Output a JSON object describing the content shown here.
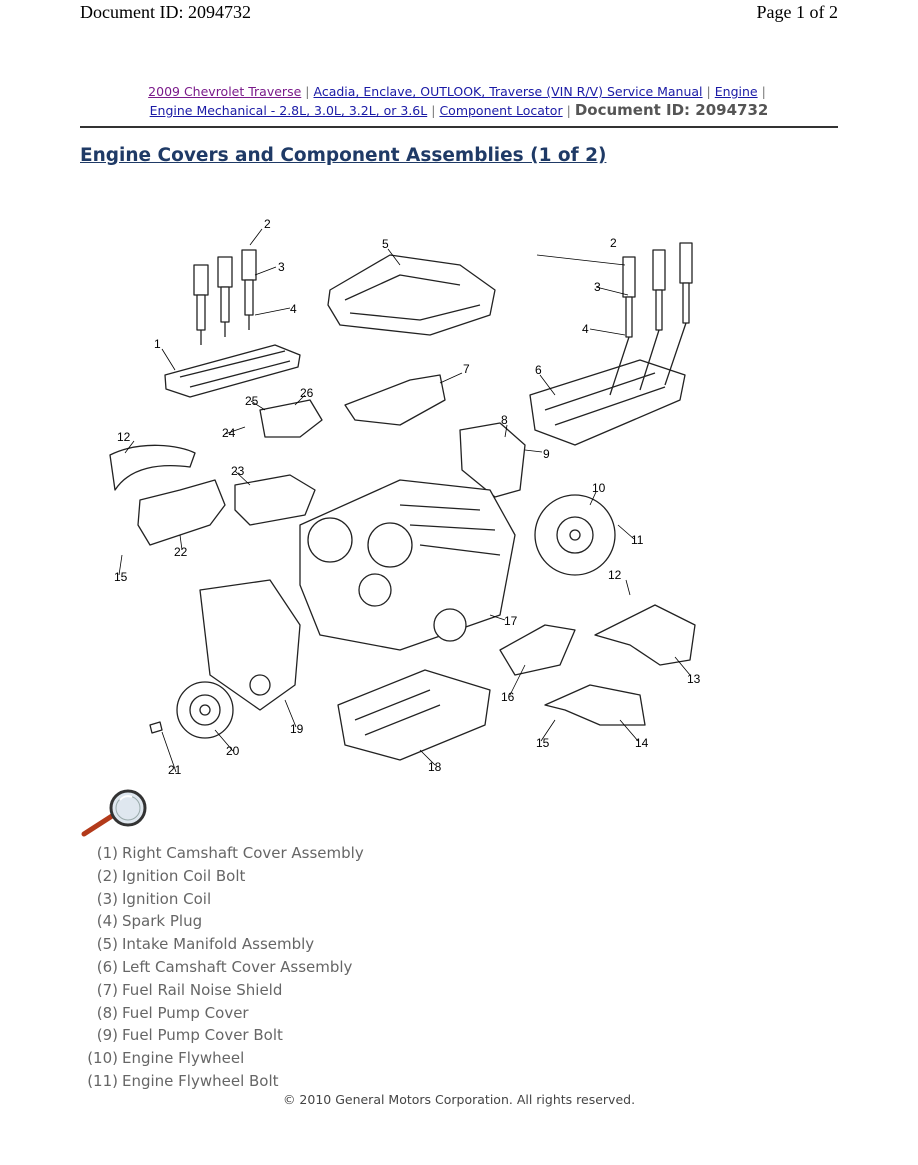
{
  "print_header": {
    "document_id": "Document ID: 2094732",
    "page": "Page 1 of 2"
  },
  "breadcrumb": {
    "vehicle": "2009 Chevrolet Traverse",
    "manual": "Acadia, Enclave, OUTLOOK, Traverse (VIN R/V) Service Manual",
    "engine": "Engine",
    "mechanical": "Engine Mechanical - 2.8L, 3.0L, 3.2L, or 3.6L",
    "locator": "Component Locator",
    "document_id": "Document ID: 2094732",
    "separator": "|"
  },
  "title": "Engine Covers and Component Assemblies (1 of 2)",
  "figure": {
    "callouts": [
      "1",
      "2",
      "2",
      "3",
      "3",
      "4",
      "4",
      "5",
      "6",
      "7",
      "8",
      "9",
      "10",
      "11",
      "12",
      "12",
      "13",
      "14",
      "15",
      "15",
      "16",
      "17",
      "18",
      "19",
      "20",
      "21",
      "22",
      "23",
      "24",
      "25",
      "26"
    ]
  },
  "legend": [
    {
      "num": "(1)",
      "label": "Right Camshaft Cover Assembly"
    },
    {
      "num": "(2)",
      "label": "Ignition Coil Bolt"
    },
    {
      "num": "(3)",
      "label": "Ignition Coil"
    },
    {
      "num": "(4)",
      "label": "Spark Plug"
    },
    {
      "num": "(5)",
      "label": "Intake Manifold Assembly"
    },
    {
      "num": "(6)",
      "label": "Left Camshaft Cover Assembly"
    },
    {
      "num": "(7)",
      "label": "Fuel Rail Noise Shield"
    },
    {
      "num": "(8)",
      "label": "Fuel Pump Cover"
    },
    {
      "num": "(9)",
      "label": "Fuel Pump Cover Bolt"
    },
    {
      "num": "(10)",
      "label": "Engine Flywheel"
    },
    {
      "num": "(11)",
      "label": "Engine Flywheel Bolt"
    }
  ],
  "copyright": "© 2010 General Motors Corporation.  All rights reserved.",
  "colors": {
    "title": "#1f3a66",
    "link": "#1a1aa6",
    "visited_link": "#7a1a8a",
    "legend_text": "#666666"
  }
}
